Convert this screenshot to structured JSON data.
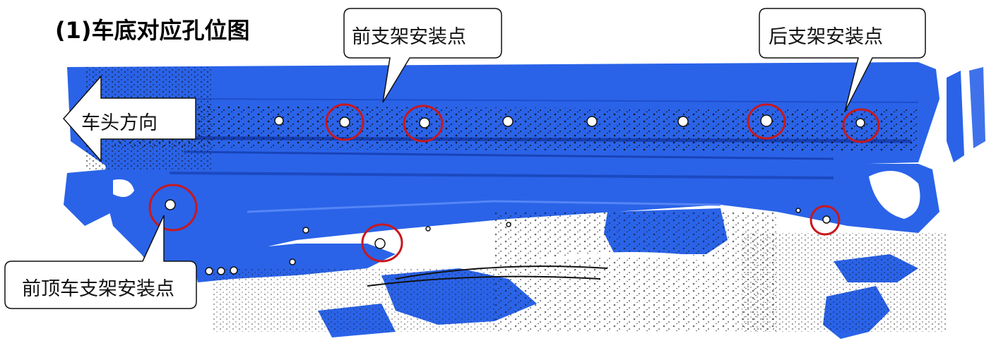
{
  "title": "(1)车底对应孔位图",
  "callouts": {
    "front_bracket": "前支架安装点",
    "rear_bracket": "后支架安装点",
    "front_roof_bracket": "前顶车支架安装点",
    "head_direction": "车头方向"
  },
  "colors": {
    "scan_blue": "#2a63e8",
    "circle_red": "#c8181e",
    "speckle": "#111111"
  },
  "marked_points": [
    "front_bracket_hole_1",
    "front_bracket_hole_2",
    "rear_bracket_hole_1",
    "rear_bracket_hole_2",
    "front_roof_bracket_hole",
    "lower_hole_left",
    "lower_hole_right"
  ]
}
